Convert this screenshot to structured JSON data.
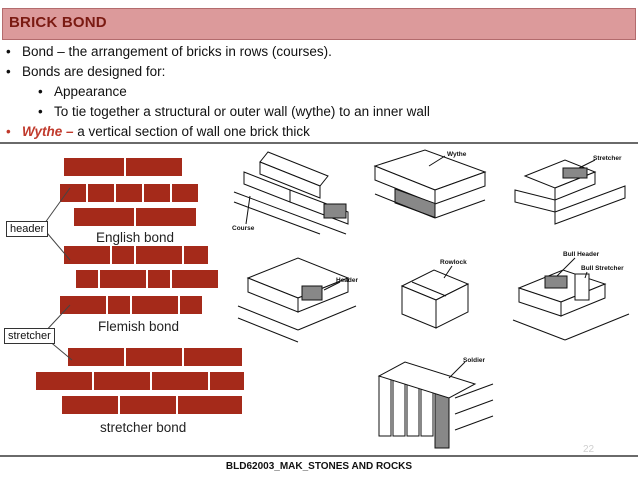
{
  "slide": {
    "title": "BRICK BOND",
    "bullets": [
      {
        "level": 1,
        "text": "Bond – the arrangement of bricks in rows (courses)."
      },
      {
        "level": 1,
        "text": "Bonds are designed for:"
      },
      {
        "level": 2,
        "text": "Appearance"
      },
      {
        "level": 2,
        "text": "To tie together a structural or outer wall (wythe) to an inner wall"
      }
    ],
    "wythe_bullet": {
      "term": "Wythe –",
      "text": " a vertical section of wall one brick thick"
    },
    "bullet_glyph": "•",
    "footer": "BLD62003_MAK_STONES AND ROCKS",
    "page_number": "22"
  },
  "left_figure": {
    "callouts": {
      "header": "header",
      "stretcher": "stretcher"
    },
    "bond_labels": {
      "english": "English bond",
      "flemish": "Flemish bond",
      "stretcher": "stretcher bond"
    },
    "brick_color": "#a52a1a",
    "mortar_color": "#ffffff"
  },
  "diagrams": {
    "course": "Course",
    "wythe": "Wythe",
    "stretcher": "Stretcher",
    "header": "Header",
    "rowlock": "Rowlock",
    "bull_header": "Bull Header",
    "bull_stretcher": "Bull Stretcher",
    "soldier": "Soldier"
  },
  "colors": {
    "title_bg": "#dc9a9b",
    "title_text": "#7a1a12",
    "accent_red": "#c0392b"
  }
}
